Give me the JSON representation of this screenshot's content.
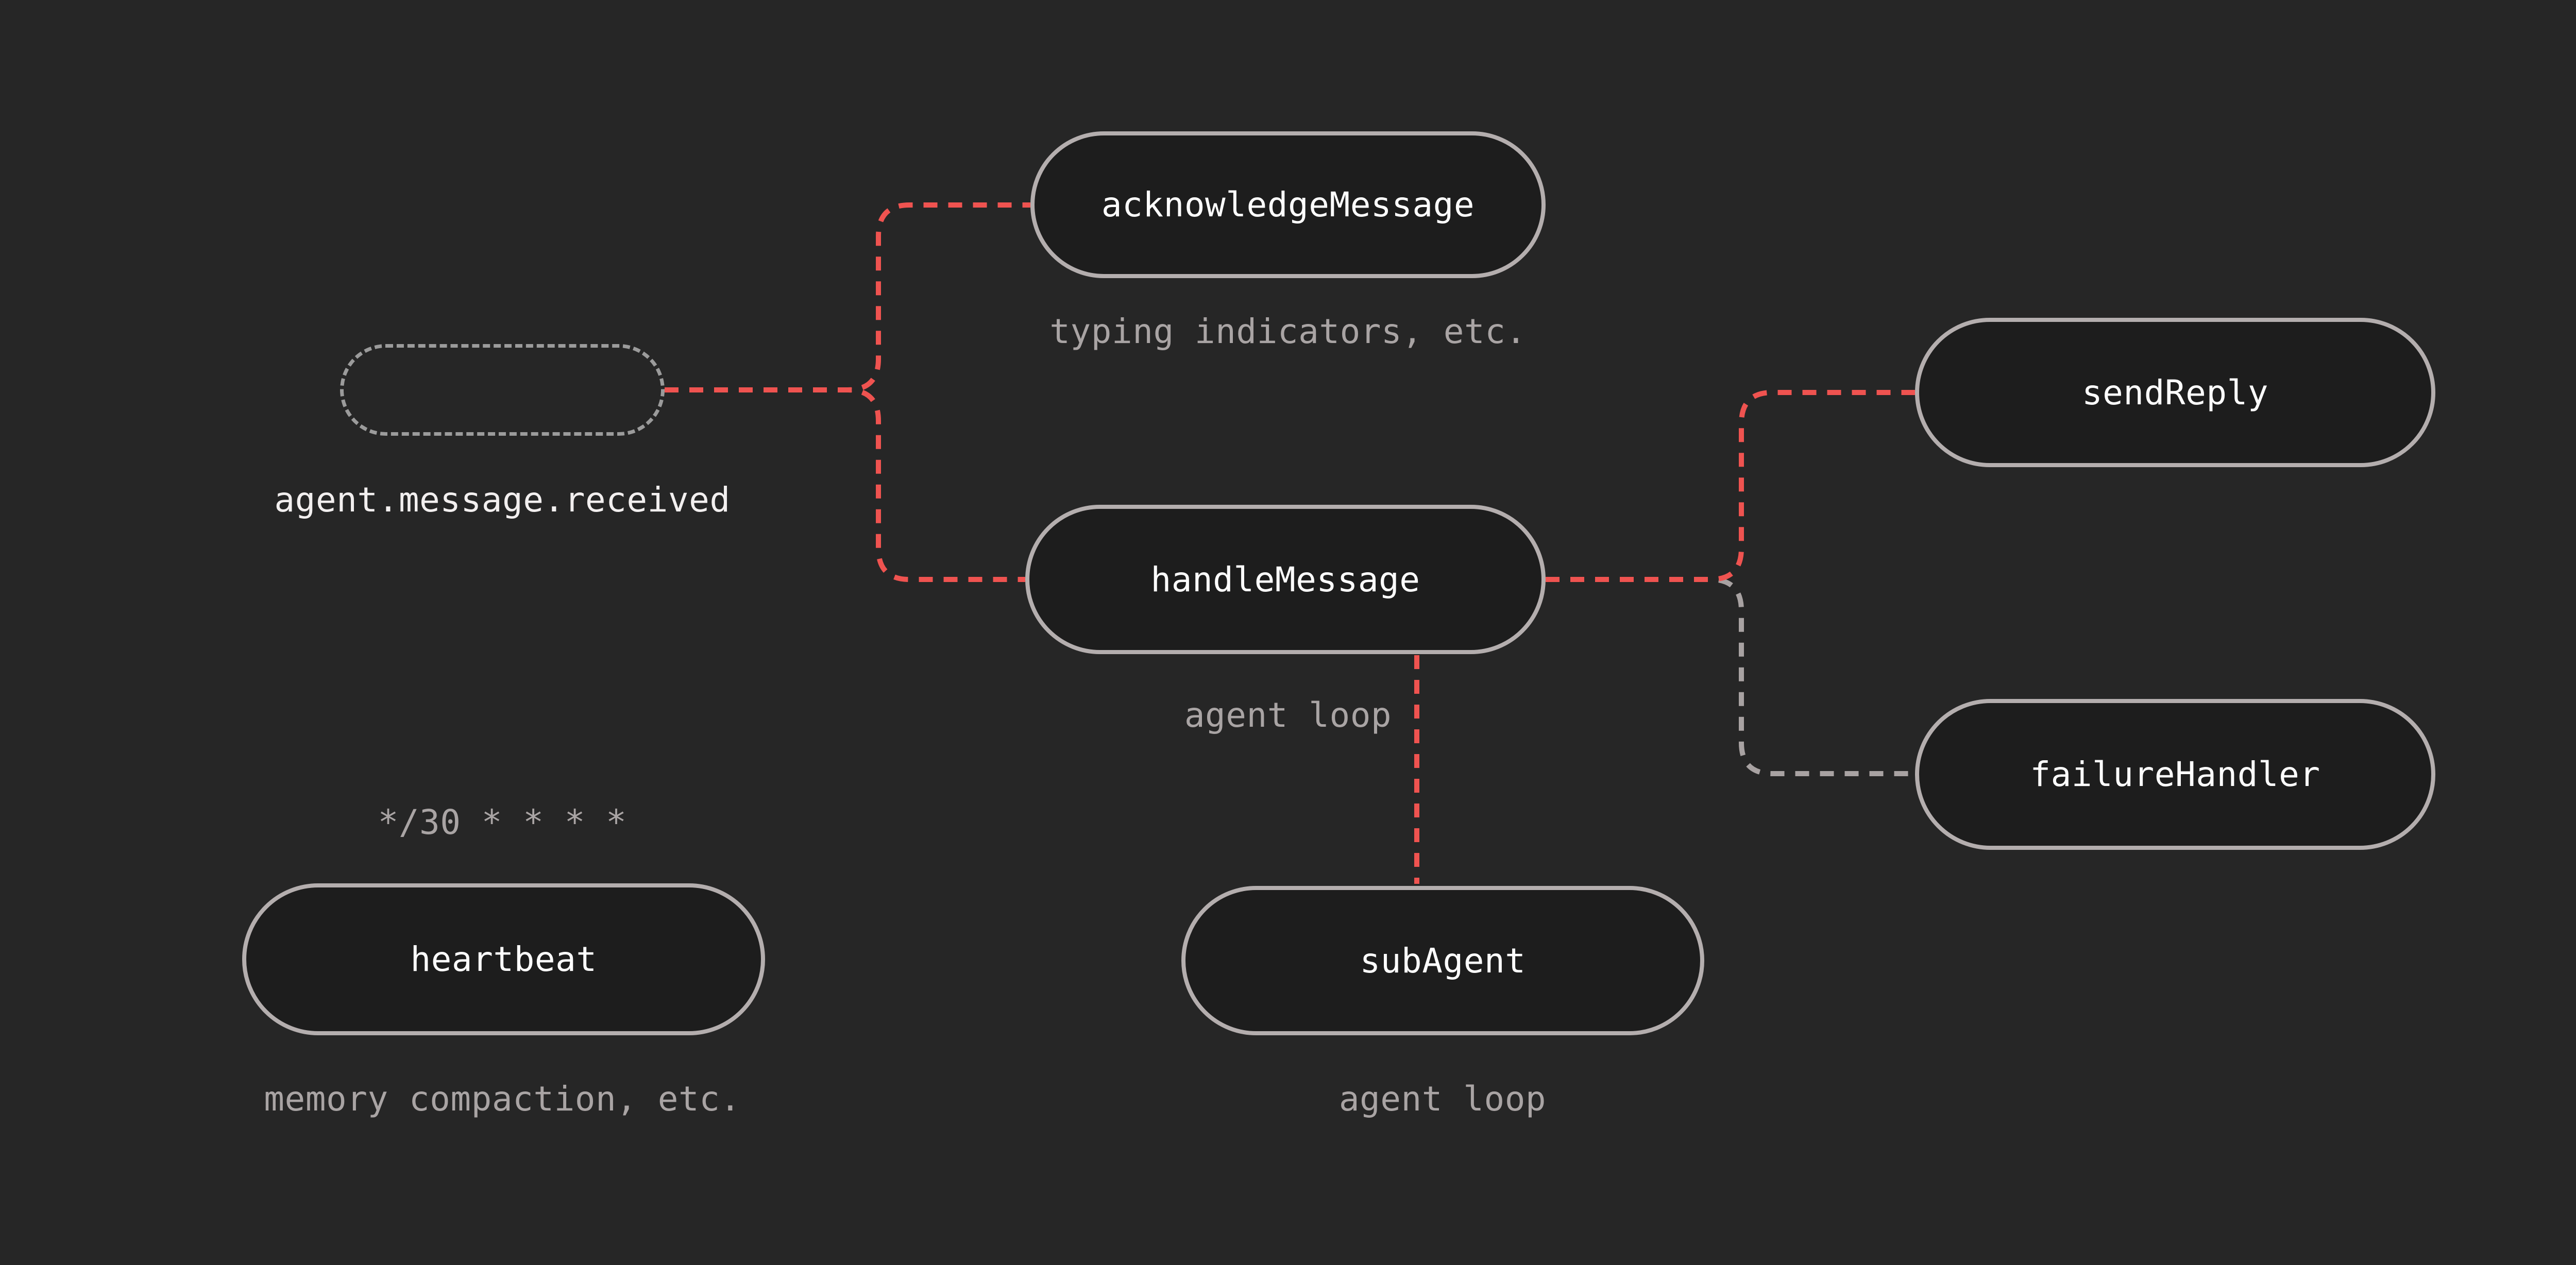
{
  "diagram": {
    "trigger": {
      "event": "agent.message.received"
    },
    "heartbeat_schedule": "*/30 * * * *",
    "nodes": {
      "acknowledge": {
        "label": "acknowledgeMessage",
        "caption": "typing indicators, etc."
      },
      "handle": {
        "label": "handleMessage",
        "caption": "agent loop"
      },
      "send_reply": {
        "label": "sendReply"
      },
      "failure_handler": {
        "label": "failureHandler"
      },
      "sub_agent": {
        "label": "subAgent",
        "caption": "agent loop"
      },
      "heartbeat": {
        "label": "heartbeat",
        "caption": "memory compaction, etc."
      }
    },
    "edges": [
      {
        "from": "agent.message.received",
        "to": "acknowledgeMessage",
        "style": "active"
      },
      {
        "from": "agent.message.received",
        "to": "handleMessage",
        "style": "active"
      },
      {
        "from": "handleMessage",
        "to": "sendReply",
        "style": "active"
      },
      {
        "from": "handleMessage",
        "to": "failureHandler",
        "style": "inactive"
      },
      {
        "from": "handleMessage",
        "to": "subAgent",
        "style": "active"
      }
    ]
  },
  "colors": {
    "background": "#262626",
    "node_fill": "#1d1d1d",
    "node_border": "#b4aeae",
    "node_text": "#fdfdfd",
    "caption_text": "#a9a4a4",
    "trigger_pill_border": "#9b9b9b",
    "connector_active": "#ef5350",
    "connector_inactive": "#a8a2a2"
  }
}
